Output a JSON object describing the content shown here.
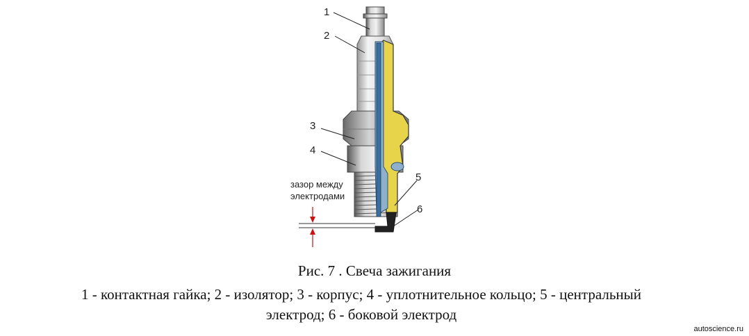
{
  "diagram": {
    "callouts": [
      {
        "num": "1",
        "text": "1"
      },
      {
        "num": "2",
        "text": "2"
      },
      {
        "num": "3",
        "text": "3"
      },
      {
        "num": "4",
        "text": "4"
      },
      {
        "num": "5",
        "text": "5"
      },
      {
        "num": "6",
        "text": "6"
      }
    ],
    "gap_label_line1": "зазор между",
    "gap_label_line2": "электродами",
    "colors": {
      "insulator": "#8fb0cc",
      "center": "#3a6fa0",
      "body_yellow": "#e8d44a",
      "metal": "#bcbcbc",
      "metal_dark": "#6f6f6f",
      "arrow": "#cc1111"
    }
  },
  "caption": {
    "title": "Рис.  7 . Свеча зажигания",
    "line1": "1 - контактная гайка; 2 - изолятор; 3 - корпус; 4 - уплотнительное кольцо; 5 - центральный",
    "line2": "электрод; 6 - боковой электрод"
  },
  "watermark": "autoscience.ru"
}
